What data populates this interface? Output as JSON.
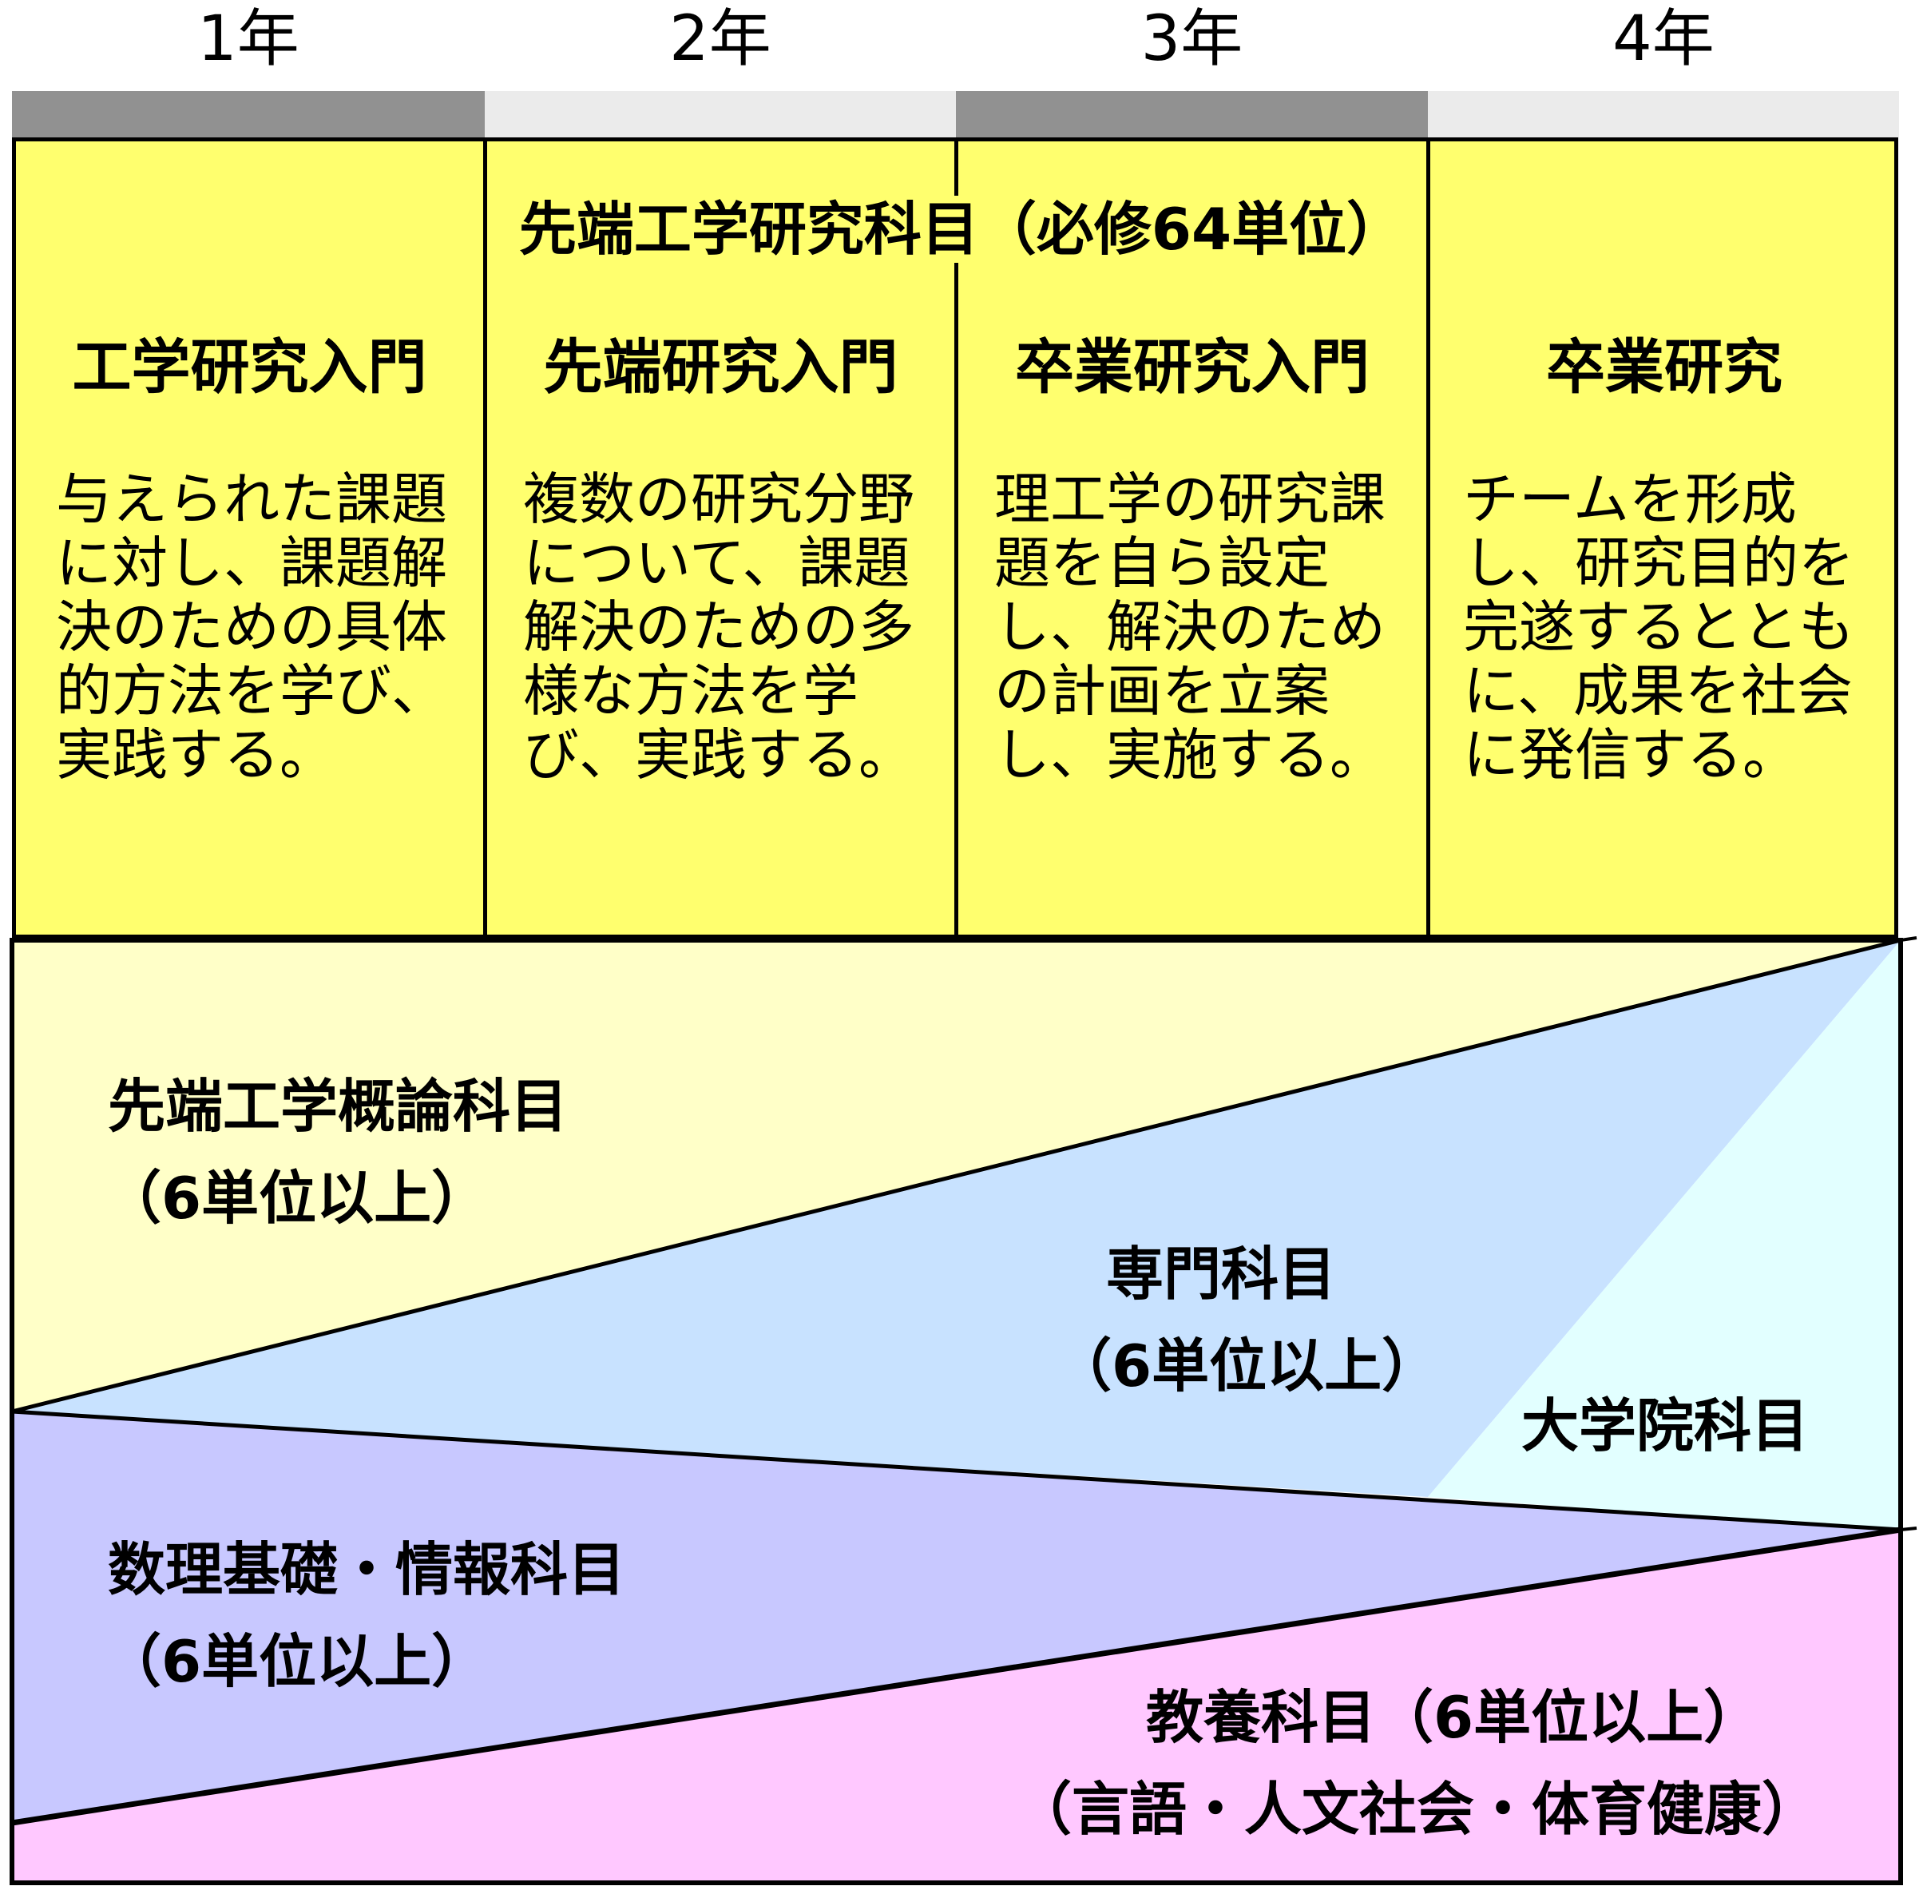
{
  "years": [
    {
      "label": "1年",
      "bar_color": "#919191"
    },
    {
      "label": "2年",
      "bar_color": "#ebebeb"
    },
    {
      "label": "3年",
      "bar_color": "#919191"
    },
    {
      "label": "4年",
      "bar_color": "#ebebeb"
    }
  ],
  "research": {
    "banner": "先端工学研究科目（必修64単位）",
    "color": "#ffff6e",
    "columns": [
      {
        "title": "工学研究入門",
        "description": "与えられた課題に対し、課題解決のための具体的方法を学び、実践する。"
      },
      {
        "title": "先端研究入門",
        "description": "複数の研究分野について、課題解決のための多様な方法を学び、実践する。"
      },
      {
        "title": "卒業研究入門",
        "description": "理工学の研究課題を自ら設定し、解決のための計画を立案し、実施する。"
      },
      {
        "title": "卒業研究",
        "description": "チームを形成し、研究目的を完遂するとともに、成果を社会に発信する。"
      }
    ]
  },
  "areas": {
    "advanced_overview": {
      "name": "先端工学概論科目",
      "credits": "（6単位以上）",
      "color": "#ffffc8"
    },
    "specialized": {
      "name": "専門科目",
      "credits": "（6単位以上）",
      "color": "#c8e2ff"
    },
    "graduate": {
      "name": "大学院科目",
      "color": "#e2ffff"
    },
    "math_info": {
      "name": "数理基礎・情報科目",
      "credits": "（6単位以上）",
      "color": "#c8c8ff"
    },
    "liberal_arts": {
      "name": "教養科目（6単位以上）",
      "detail": "（言語・人文社会・体育健康）",
      "color": "#ffc8ff"
    }
  }
}
